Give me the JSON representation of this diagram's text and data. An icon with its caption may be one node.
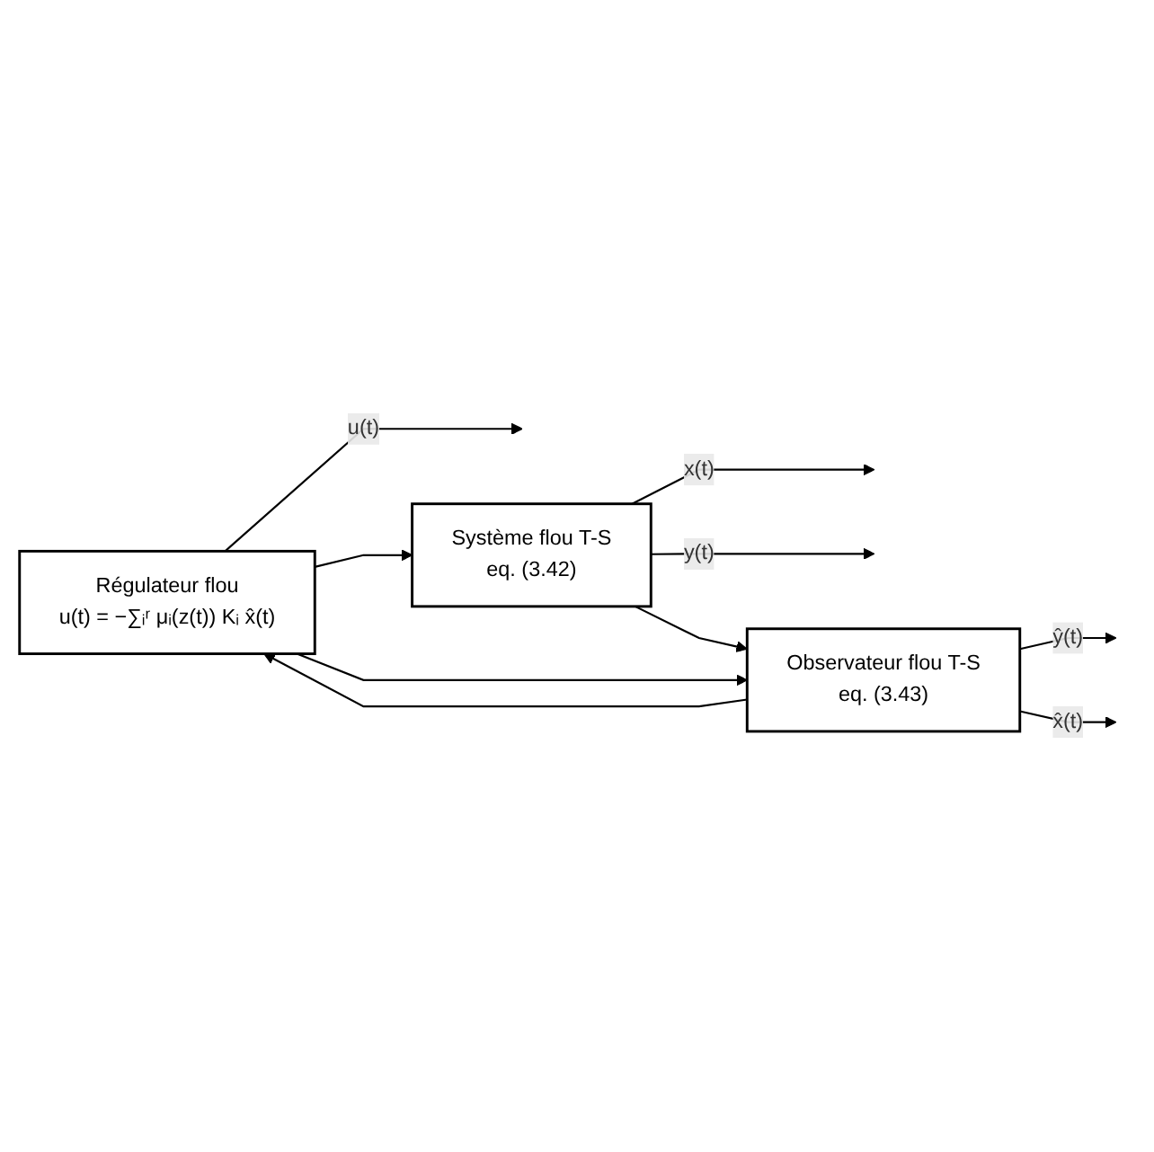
{
  "diagram": {
    "nodes": [
      {
        "text": [
          "Régulateur flou",
          "u(t) = −∑ᵢʳ μᵢ(z(t)) Kᵢ x̂(t)"
        ]
      },
      {
        "text": [
          "Système flou T-S",
          "eq. (3.42)"
        ]
      },
      {
        "text": [
          "Observateur flou T-S",
          "eq. (3.43)"
        ]
      }
    ],
    "edges": [
      {
        "from": 0,
        "to": null,
        "arrow": "to",
        "label": "u(t)"
      },
      {
        "from": 0,
        "to": 1,
        "arrow": "to"
      },
      {
        "from": 0,
        "to": 2,
        "arrow": "to"
      },
      {
        "from": 1,
        "to": null,
        "arrow": "to",
        "label": "x(t)"
      },
      {
        "from": 1,
        "to": null,
        "arrow": "to",
        "label": "y(t)"
      },
      {
        "from": 1,
        "to": 2,
        "arrow": "to"
      },
      {
        "from": 2,
        "to": null,
        "arrow": "to",
        "label": "ŷ(t)"
      },
      {
        "from": 2,
        "to": null,
        "arrow": "to",
        "label": "x̂(t)"
      },
      {
        "from": 2,
        "to": 0,
        "arrow": "to"
      }
    ]
  }
}
